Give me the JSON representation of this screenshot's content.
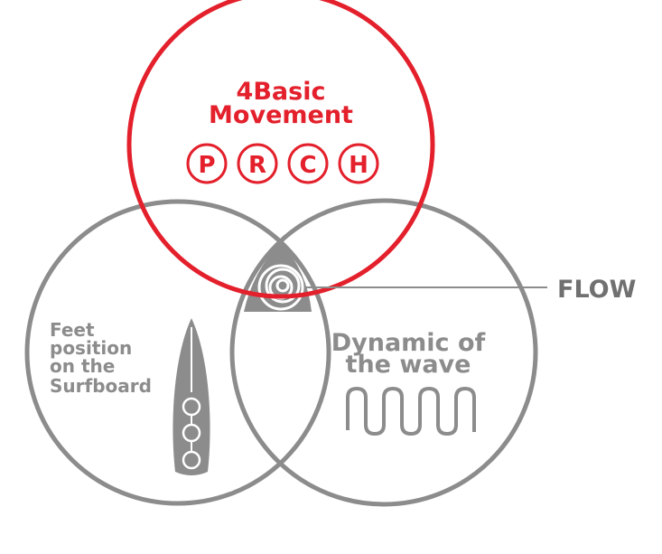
{
  "top_circle": {
    "title_line1": "4Basic",
    "title_line2": "Movement",
    "letters": [
      "P",
      "R",
      "C",
      "H"
    ]
  },
  "left_circle": {
    "lines": [
      "Feet",
      "position",
      "on the",
      "Surfboard"
    ]
  },
  "right_circle": {
    "lines": [
      "Dynamic of",
      "the wave"
    ]
  },
  "center": {
    "label": "FLOW"
  },
  "colors": {
    "accent": "#e3202b",
    "gray": "#8c8c8c",
    "dark_gray": "#6f6f6f",
    "label_gray": "#707070"
  }
}
